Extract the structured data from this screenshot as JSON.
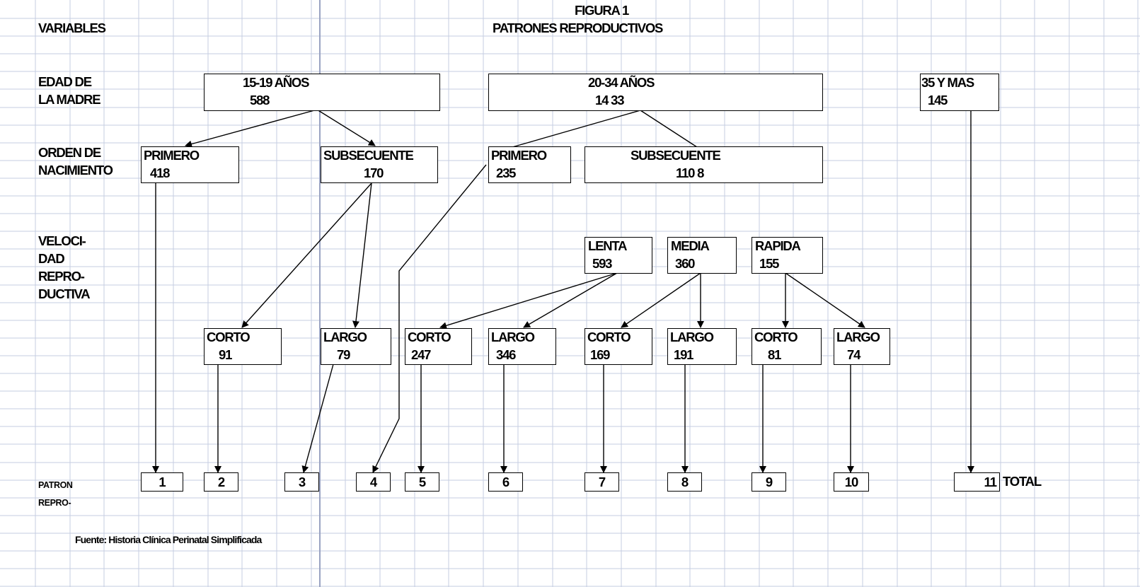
{
  "title": {
    "line1": "FIGURA 1",
    "line2": "PATRONES REPRODUCTIVOS"
  },
  "row_labels": {
    "variables": "VARIABLES",
    "edad_1": "EDAD DE",
    "edad_2": "LA MADRE",
    "orden_1": "ORDEN DE",
    "orden_2": "NACIMIENTO",
    "velocidad_1": "VELOCI-",
    "velocidad_2": "DAD",
    "velocidad_3": "REPRO-",
    "velocidad_4": "DUCTIVA",
    "patron_1": "PATRON",
    "patron_2": "REPRO-"
  },
  "edad": [
    {
      "label": "15-19 AÑOS",
      "value": "588"
    },
    {
      "label": "20-34 AÑOS",
      "value": "14 33"
    },
    {
      "label": "35 Y MAS",
      "value": "145"
    }
  ],
  "orden": [
    {
      "label": "PRIMERO",
      "value": "418"
    },
    {
      "label": "SUBSECUENTE",
      "value": "170"
    },
    {
      "label": "PRIMERO",
      "value": "235"
    },
    {
      "label": "SUBSECUENTE",
      "value": "110 8"
    }
  ],
  "velocidad": [
    {
      "label": "LENTA",
      "value": "593"
    },
    {
      "label": "MEDIA",
      "value": "360"
    },
    {
      "label": "RAPIDA",
      "value": "155"
    }
  ],
  "intervalo": [
    {
      "label": "CORTO",
      "value": "91"
    },
    {
      "label": "LARGO",
      "value": "79"
    },
    {
      "label": "CORTO",
      "value": "247"
    },
    {
      "label": "LARGO",
      "value": "346"
    },
    {
      "label": "CORTO",
      "value": "169"
    },
    {
      "label": "LARGO",
      "value": "191"
    },
    {
      "label": "CORTO",
      "value": "81"
    },
    {
      "label": "LARGO",
      "value": "74"
    }
  ],
  "patrones": [
    "1",
    "2",
    "3",
    "4",
    "5",
    "6",
    "7",
    "8",
    "9",
    "10",
    "11"
  ],
  "total_label": "TOTAL",
  "source": "Fuente: Historia Clínica Perinatal Simplificada",
  "colors": {
    "grid": "#c6cde2",
    "grid_divider": "#9aa3c2",
    "ink": "#000000"
  }
}
